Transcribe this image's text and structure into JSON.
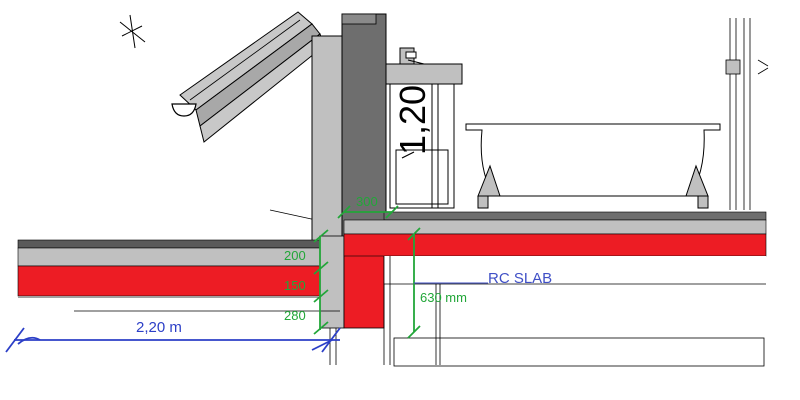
{
  "colors": {
    "concrete": "#c0c0c0",
    "concrete_dark": "#6e6e6e",
    "insulation": "#ed1c24",
    "dimension_green": "#22a639",
    "dimension_blue": "#2c3fc7",
    "line": "#000000",
    "label_blue": "#3f4fc6"
  },
  "dimensions": {
    "d300": "300",
    "d200": "200",
    "d150": "150",
    "d280": "280",
    "d630": "630 mm",
    "d220": "2,20 m",
    "d120": "1,20"
  },
  "labels": {
    "rc_slab": "RC SLAB"
  }
}
